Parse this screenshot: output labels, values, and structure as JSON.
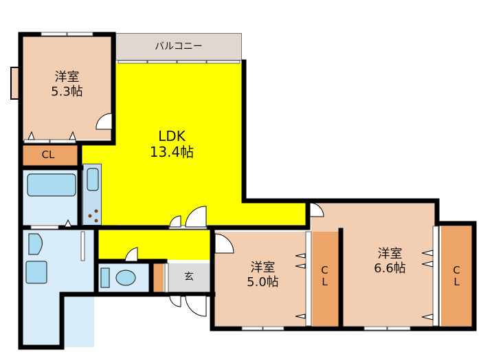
{
  "colors": {
    "bedroom": "#f2cfb2",
    "ldk": "#ffff00",
    "closet": "#eda468",
    "balcony": "#e0d7d0",
    "wet_area": "#d8ecf9",
    "fixture": "#a9dcf0",
    "entrance": "#dcdcdc",
    "wall": "#000000"
  },
  "rooms": {
    "bedroom_nw": {
      "name": "洋室",
      "size": "5.3帖"
    },
    "closet_nw": {
      "name": "CL"
    },
    "balcony": {
      "name": "バルコニー"
    },
    "ldk": {
      "name": "LDK",
      "size": "13.4帖"
    },
    "entrance": {
      "name": "玄"
    },
    "bedroom_center": {
      "name": "洋室",
      "size": "5.0帖"
    },
    "closet_center": {
      "line1": "C",
      "line2": "L"
    },
    "bedroom_east": {
      "name": "洋室",
      "size": "6.6帖"
    },
    "closet_east": {
      "line1": "C",
      "line2": "L"
    }
  }
}
